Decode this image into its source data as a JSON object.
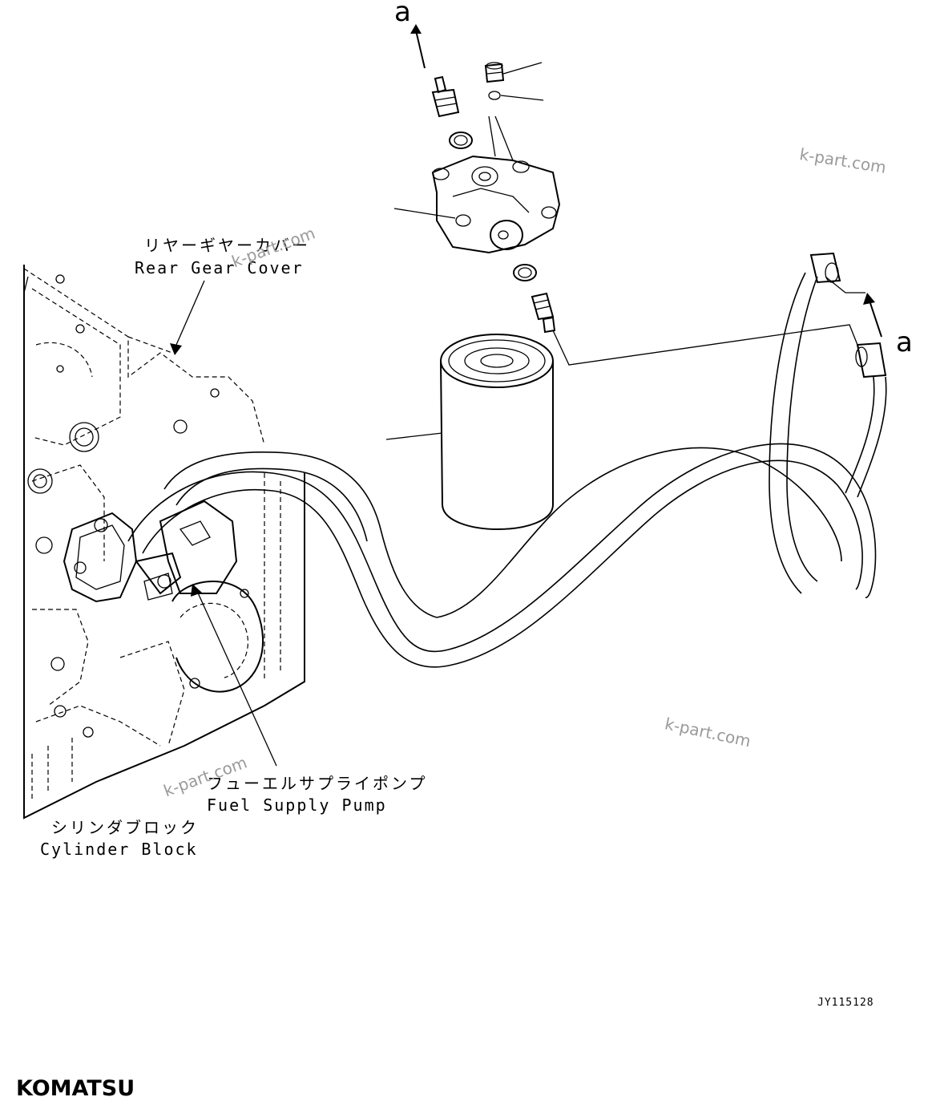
{
  "labels": {
    "rear_gear_cover_jp": "リヤーギヤーカバー",
    "rear_gear_cover_en": "Rear Gear Cover",
    "fuel_supply_pump_jp": "フューエルサプライポンプ",
    "fuel_supply_pump_en": "Fuel Supply Pump",
    "cylinder_block_jp": "シリンダブロック",
    "cylinder_block_en": "Cylinder Block"
  },
  "callouts": {
    "a_top": "a",
    "a_right": "a"
  },
  "drawing_number": "JY115128",
  "watermark": "k-part.com",
  "logo": "KOMATSU"
}
